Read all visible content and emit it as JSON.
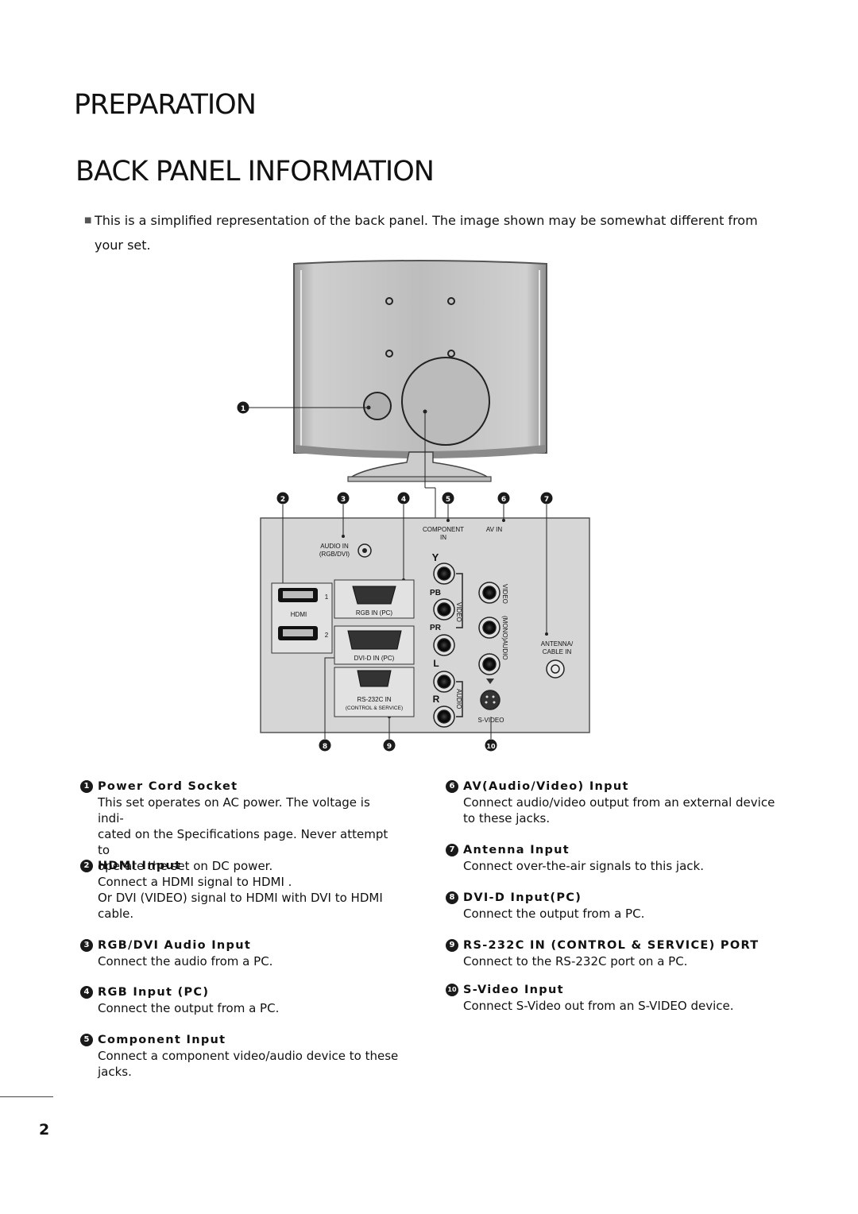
{
  "header": {
    "section": "PREPARATION",
    "title": "BACK PANEL INFORMATION"
  },
  "note": "This is a simplified representation of the back panel. The image shown may be somewhat different from your set.",
  "figure": {
    "callouts": [
      "1",
      "2",
      "3",
      "4",
      "5",
      "6",
      "7",
      "8",
      "9",
      "10"
    ],
    "labels": {
      "audio_in": "AUDIO IN",
      "audio_in_sub": "(RGB/DVI)",
      "hdmi": "HDMI",
      "hdmi_1": "1",
      "hdmi_2": "2",
      "rgb_in": "RGB IN (PC)",
      "dvid_in": "DVI-D IN (PC)",
      "rs232c": "RS-232C IN",
      "rs232c_sub": "(CONTROL & SERVICE)",
      "component": "COMPONENT",
      "component_sub": "IN",
      "av_in": "AV IN",
      "y": "Y",
      "pb": "PB",
      "pr": "PR",
      "l": "L",
      "r": "R",
      "video_v": "VIDEO",
      "audio_v": "AUDIO",
      "video_av": "VIDEO",
      "audio_av": "(MONO)AUDIO",
      "svideo": "S-VIDEO",
      "antenna": "ANTENNA/",
      "antenna_sub": "CABLE IN"
    }
  },
  "items_left": [
    {
      "num": "1",
      "title": "Power Cord Socket",
      "lines": [
        "This set operates on AC power. The voltage is indi-",
        "cated on the Specifications page. Never attempt to",
        "operate the set on DC power."
      ]
    },
    {
      "num": "2",
      "title": "HDMI Input",
      "lines": [
        "Connect a HDMI signal to HDMI .",
        "Or DVI (VIDEO) signal to HDMI with DVI to HDMI",
        "cable."
      ]
    },
    {
      "num": "3",
      "title": "RGB/DVI Audio Input",
      "lines": [
        "Connect the audio from a PC."
      ]
    },
    {
      "num": "4",
      "title": "RGB Input (PC)",
      "lines": [
        "Connect the output from a PC."
      ]
    },
    {
      "num": "5",
      "title": "Component Input",
      "lines": [
        "Connect a component video/audio device to these",
        "jacks."
      ]
    }
  ],
  "items_right": [
    {
      "num": "6",
      "title": "AV(Audio/Video) Input",
      "lines": [
        "Connect audio/video output from an external device",
        "to these jacks."
      ]
    },
    {
      "num": "7",
      "title": "Antenna Input",
      "lines": [
        "Connect over-the-air signals to this jack."
      ]
    },
    {
      "num": "8",
      "title": "DVI-D Input(PC)",
      "lines": [
        "Connect the output from a PC."
      ]
    },
    {
      "num": "9",
      "title": "RS-232C IN (CONTROL & SERVICE) PORT",
      "lines": [
        "Connect to the RS-232C port on a PC."
      ]
    },
    {
      "num": "10",
      "title": "S-Video Input",
      "lines": [
        "Connect S-Video out from an S-VIDEO device."
      ]
    }
  ],
  "page_number": "2"
}
